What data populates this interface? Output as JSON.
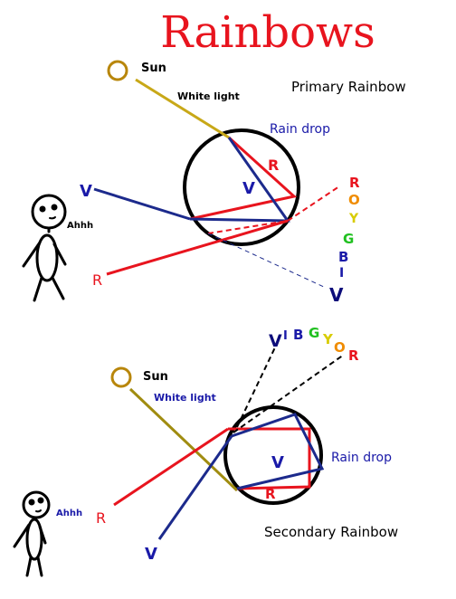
{
  "title": "Rainbows",
  "primary": {
    "heading": "Primary Rainbow",
    "sun_label": "Sun",
    "white_light_label": "White light",
    "rain_drop_label": "Rain drop",
    "inner_red_label": "R",
    "inner_violet_label": "V",
    "incoming_violet_label": "V",
    "incoming_red_label": "R",
    "person_speech": "Ahhh",
    "spectrum": [
      {
        "letter": "R",
        "color": "#e8141e"
      },
      {
        "letter": "O",
        "color": "#f08c00"
      },
      {
        "letter": "Y",
        "color": "#d8cc00"
      },
      {
        "letter": "G",
        "color": "#20c020"
      },
      {
        "letter": "B",
        "color": "#1a1aa8"
      },
      {
        "letter": "I",
        "color": "#1a1aa8"
      },
      {
        "letter": "V",
        "color": "#0c0c7a"
      }
    ]
  },
  "secondary": {
    "heading": "Secondary Rainbow",
    "sun_label": "Sun",
    "white_light_label": "White light",
    "rain_drop_label": "Rain drop",
    "inner_red_label": "R",
    "inner_violet_label": "V",
    "incoming_violet_label": "V",
    "incoming_red_label": "R",
    "person_speech": "Ahhh",
    "spectrum": [
      {
        "letter": "V",
        "color": "#0c0c7a"
      },
      {
        "letter": "I",
        "color": "#1a1aa8"
      },
      {
        "letter": "B",
        "color": "#1a1aa8"
      },
      {
        "letter": "G",
        "color": "#20c020"
      },
      {
        "letter": "Y",
        "color": "#d8cc00"
      },
      {
        "letter": "O",
        "color": "#f08c00"
      },
      {
        "letter": "R",
        "color": "#e8141e"
      }
    ]
  },
  "colors": {
    "title": "#e8141e",
    "sun_ray": "#c8a818",
    "blue_ray": "#1c2a8c",
    "red_ray": "#e8141e",
    "drop_outline": "#000000"
  }
}
